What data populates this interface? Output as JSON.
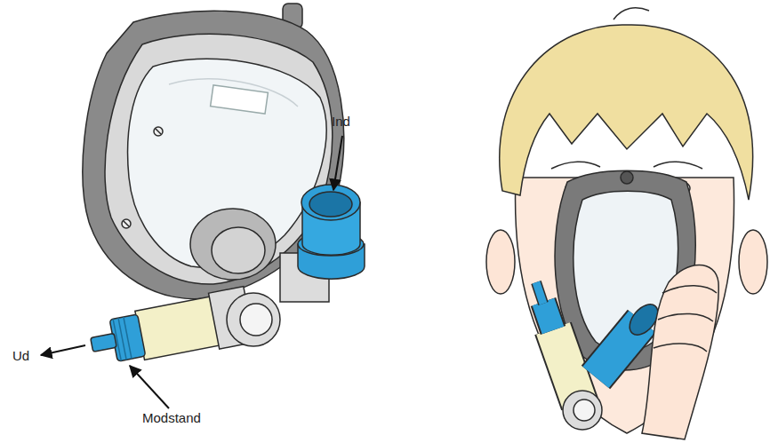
{
  "diagram": {
    "labels": [
      "Ind",
      "Ud",
      "Modstand"
    ]
  }
}
